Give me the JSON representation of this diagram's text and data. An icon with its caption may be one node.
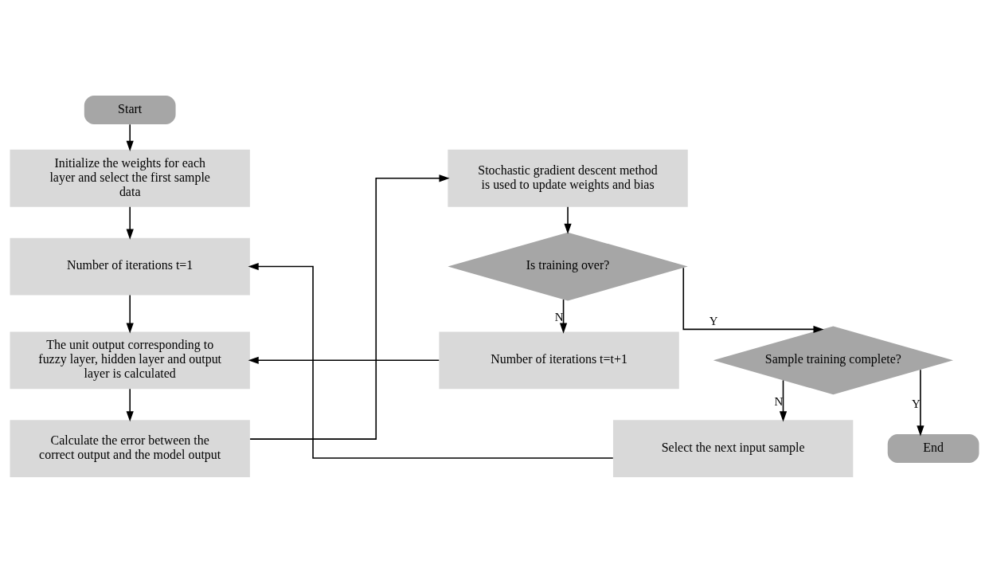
{
  "diagram": {
    "nodes": [
      {
        "text": [
          "Start"
        ]
      },
      {
        "text": [
          "Initialize the weights for each layer and select the first sample data"
        ]
      },
      {
        "text": [
          "Number of iterations t=1"
        ]
      },
      {
        "text": [
          "The unit output corresponding to fuzzy layer, hidden layer and output layer is calculated"
        ]
      },
      {
        "text": [
          "Calculate the error between the correct output and the model output"
        ]
      },
      {
        "text": [
          "Stochastic gradient descent method is used to update weights and bias"
        ]
      },
      {
        "text": [
          "Is training over?"
        ]
      },
      {
        "text": [
          "Number of iterations t=t+1"
        ]
      },
      {
        "text": [
          "Sample training complete?"
        ]
      },
      {
        "text": [
          "Select the next input sample"
        ]
      },
      {
        "text": [
          "End"
        ]
      }
    ],
    "edges": [
      {
        "from": 0,
        "to": 1,
        "arrow": "to"
      },
      {
        "from": 1,
        "to": 2,
        "arrow": "to"
      },
      {
        "from": 2,
        "to": 3,
        "arrow": "to"
      },
      {
        "from": 3,
        "to": 4,
        "arrow": "to"
      },
      {
        "from": 4,
        "to": 5,
        "arrow": "to"
      },
      {
        "from": 5,
        "to": 6,
        "arrow": "to"
      },
      {
        "from": 6,
        "to": 7,
        "arrow": "to",
        "label": "N"
      },
      {
        "from": 6,
        "to": 8,
        "arrow": "to",
        "label": "Y"
      },
      {
        "from": 7,
        "to": 3,
        "arrow": "to"
      },
      {
        "from": 8,
        "to": 9,
        "arrow": "to",
        "label": "N"
      },
      {
        "from": 8,
        "to": 10,
        "arrow": "to",
        "label": "Y"
      },
      {
        "from": 9,
        "to": 2,
        "arrow": "to"
      }
    ]
  }
}
